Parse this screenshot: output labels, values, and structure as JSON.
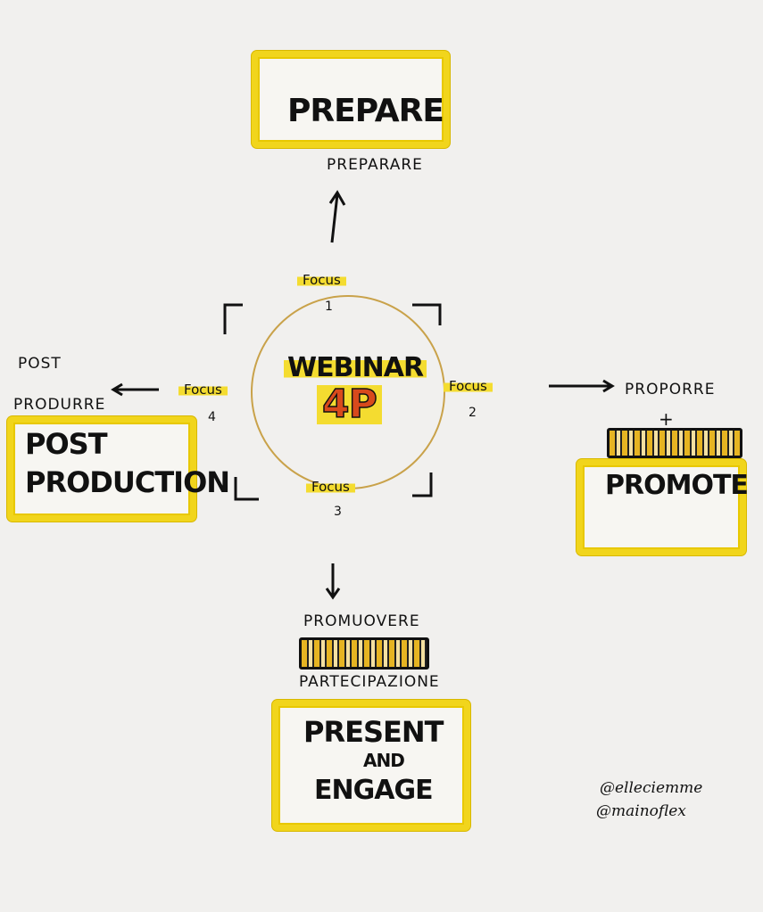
{
  "center": {
    "line1": "WEBINAR",
    "line2": "4P"
  },
  "prepare": {
    "title": "PREPARE",
    "subtitle": "PREPARARE"
  },
  "promote": {
    "title": "PROMOTE",
    "subtitle": "PROPORRE",
    "plus": "+"
  },
  "present": {
    "line1": "PRESENT",
    "line2": "AND",
    "line3": "ENGAGE",
    "subtitle_top": "PROMUOVERE",
    "subtitle_bottom": "PARTECIPAZIONE"
  },
  "post": {
    "line1": "POST",
    "line2": "PRODUCTION",
    "sub1": "POST",
    "sub2": "PRODURRE"
  },
  "focus": [
    {
      "label": "Focus",
      "num": "1"
    },
    {
      "label": "Focus",
      "num": "2"
    },
    {
      "label": "Focus",
      "num": "3"
    },
    {
      "label": "Focus",
      "num": "4"
    }
  ],
  "credits": {
    "line1": "@elleciemme",
    "line2": "@mainoflex"
  },
  "colors": {
    "highlight": "#f1d51c",
    "accent": "#d84a1c",
    "ink": "#111111"
  }
}
